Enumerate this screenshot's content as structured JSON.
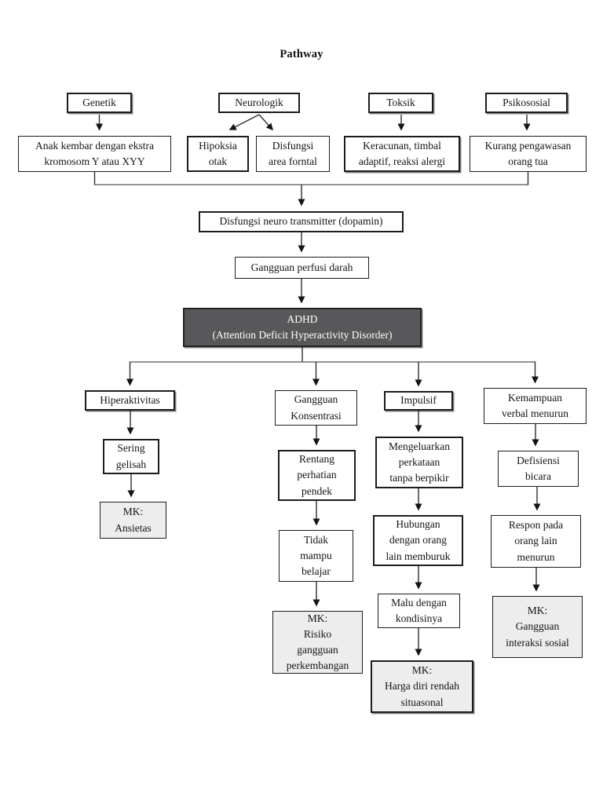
{
  "title": "Pathway",
  "colors": {
    "page_bg": "#ffffff",
    "box_border": "#1c1c1c",
    "diagnosis_bg": "#58585a",
    "diagnosis_text": "#ffffff",
    "mk_bg": "#ededed",
    "line": "#2e2e2e"
  },
  "etiology": {
    "genetik": {
      "label": "Genetik",
      "detail": "Anak kembar dengan ekstra\nkromosom Y atau XYY"
    },
    "neurologik": {
      "label": "Neurologik",
      "detail_1": "Hipoksia\notak",
      "detail_2": "Disfungsi\narea forntal"
    },
    "toksik": {
      "label": "Toksik",
      "detail": "Keracunan, timbal\nadaptif, reaksi alergi"
    },
    "psikososial": {
      "label": "Psikososial",
      "detail": "Kurang pengawasan\norang tua"
    }
  },
  "process": {
    "neurotransmitter": "Disfungsi neuro transmitter (dopamin)",
    "perfusion": "Gangguan perfusi darah",
    "diagnosis": "ADHD\n(Attention Deficit Hyperactivity Disorder)"
  },
  "branches": {
    "hiperaktivitas": {
      "head": "Hiperaktivitas",
      "step_1": "Sering\ngelisah",
      "mk": "MK:\nAnsietas"
    },
    "konsentrasi": {
      "head": "Gangguan\nKonsentrasi",
      "step_1": "Rentang\nperhatian\npendek",
      "step_2": "Tidak\nmampu\nbelajar",
      "mk": "MK:\nRisiko\ngangguan\nperkembangan"
    },
    "impulsif": {
      "head": "Impulsif",
      "step_1": "Mengeluarkan\nperkataan\ntanpa berpikir",
      "step_2": "Hubungan\ndengan orang\nlain memburuk",
      "step_3": "Malu dengan\nkondisinya",
      "mk": "MK:\nHarga diri rendah\nsituasonal"
    },
    "verbal": {
      "head": "Kemampuan\nverbal menurun",
      "step_1": "Defisiensi\nbicara",
      "step_2": "Respon pada\norang lain\nmenurun",
      "mk": "MK:\nGangguan\ninteraksi sosial"
    }
  }
}
